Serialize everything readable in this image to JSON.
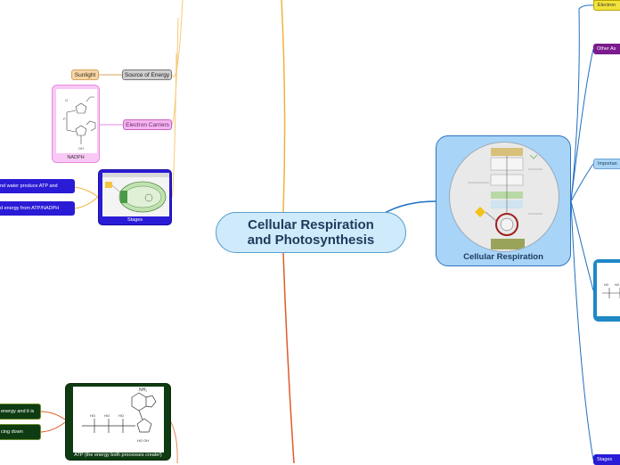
{
  "central": {
    "title_line1": "Cellular Respiration",
    "title_line2": "and Photosynthesis"
  },
  "respiration": {
    "label": "Cellular Respiration"
  },
  "left": {
    "sunlight": "Sunlight",
    "source_of_energy": "Source of Energy",
    "electron_carriers": "Electron Carriers",
    "nadph": "NADPH",
    "stages": "Stages",
    "stage_item_1": "nd water  produce ATP and",
    "stage_item_2": "d energy  from  ATP/NADPH",
    "atp": "ATP (the energy both processes create!)",
    "atp_item_1": "energy and it is",
    "atp_item_2": "cing down"
  },
  "right": {
    "electron": "Electron",
    "other_aspects": "Other As",
    "importance": "Importan",
    "stages": "Stages"
  },
  "colors": {
    "central_fill": "#cfeafa",
    "respiration_fill": "#a8d4f7",
    "stages_blue": "#2a1bd6",
    "atp_green": "#0e3b12",
    "nadph_pink": "#f9c8f5"
  }
}
